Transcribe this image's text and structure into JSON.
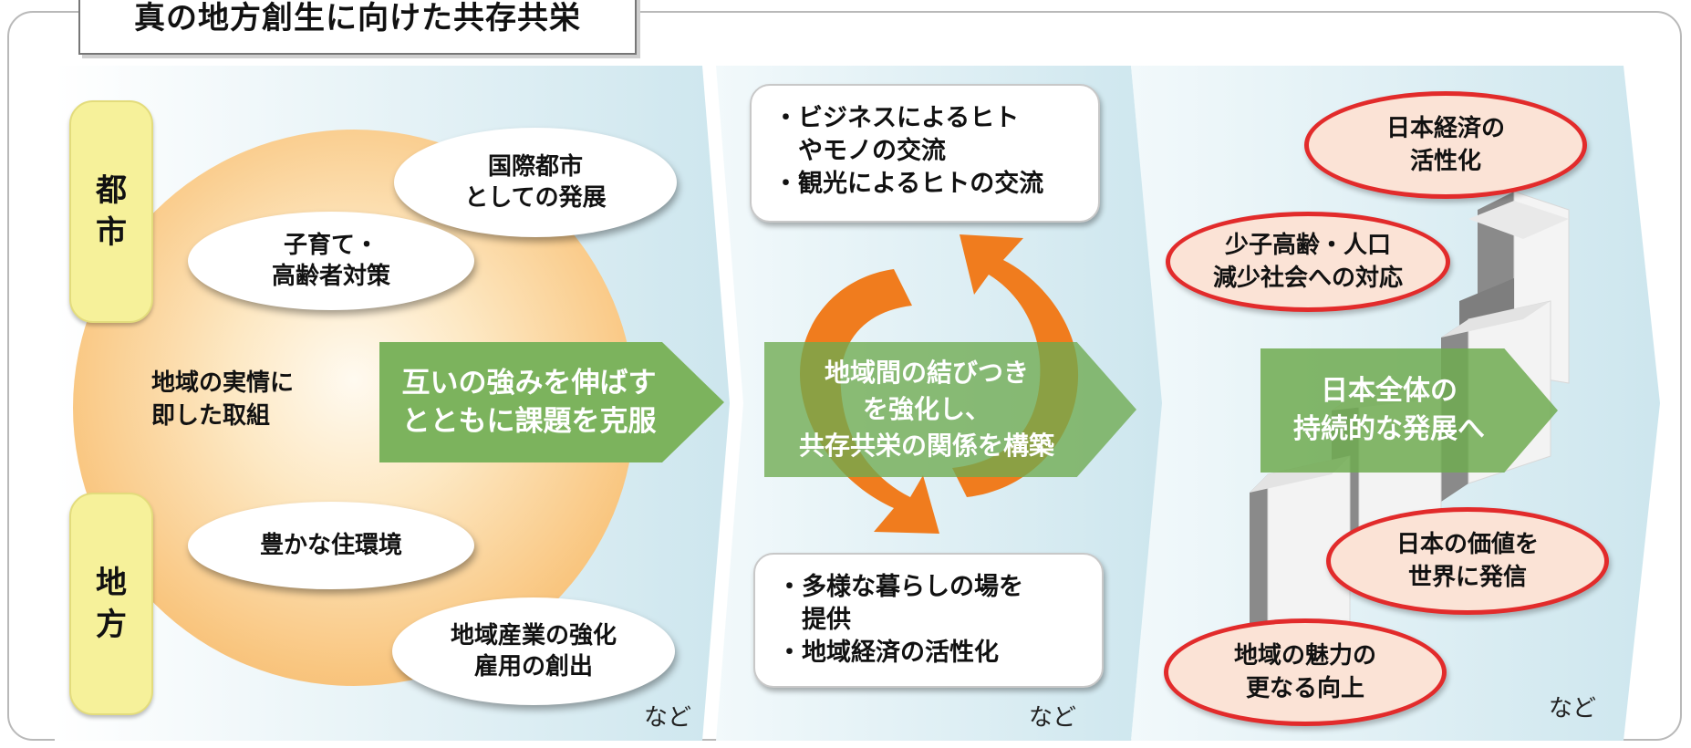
{
  "title": "真の地方創生に向けた共存共栄",
  "side_tags": {
    "city": "都市",
    "local": "地方"
  },
  "panel1": {
    "center_text_lines": [
      "地域の実情に",
      "即した取組"
    ],
    "ovals": {
      "kokusai": [
        "国際都市",
        "としての発展"
      ],
      "kosodate": [
        "子育て・",
        "高齢者対策"
      ],
      "yutaka": [
        "豊かな住環境"
      ],
      "sangyo": [
        "地域産業の強化",
        "雇用の創出"
      ]
    },
    "arrow_lines": [
      "互いの強みを伸ばす",
      "とともに課題を克服"
    ],
    "nado": "など"
  },
  "panel2": {
    "top_box_lines": [
      "・ビジネスによるヒト",
      "　やモノの交流",
      "・観光によるヒトの交流"
    ],
    "bottom_box_lines": [
      "・多様な暮らしの場を",
      "　提供",
      "・地域経済の活性化"
    ],
    "arrow_lines": [
      "地域間の結びつき",
      "を強化し、",
      "共存共栄の関係を構築"
    ],
    "nado": "など"
  },
  "panel3": {
    "red_ovals": {
      "r1": [
        "日本経済の",
        "活性化"
      ],
      "r2": [
        "少子高齢・人口",
        "減少社会への対応"
      ],
      "r3": [
        "日本の価値を",
        "世界に発信"
      ],
      "r4": [
        "地域の魅力の",
        "更なる向上"
      ]
    },
    "arrow_lines": [
      "日本全体の",
      "持続的な発展へ"
    ],
    "nado": "など"
  },
  "colors": {
    "panel_blue": "#cfe7ef",
    "green_arrow": "#7cb35d",
    "orange_cycle": "#f07c1e",
    "red_border": "#e22b2b",
    "tag_yellow": "#f6f19a"
  }
}
